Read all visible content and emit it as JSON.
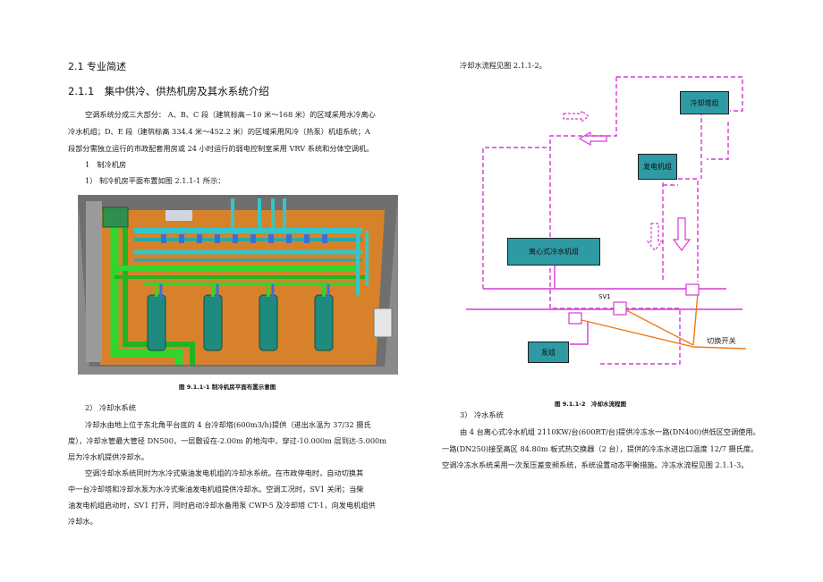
{
  "left": {
    "h1": "2.1 专业简述",
    "h2": "2.1.1　集中供冷、供热机房及其水系统介绍",
    "intro": [
      "空调系统分成三大部分： A、B、C 段（建筑标高－10 米～168 米）的区域采用水冷离心",
      "冷水机组；D、E 段（建筑标高 334.4 米～452.2 米）的区域采用风冷（热泵）机组系统；A",
      "段部分需独立运行的市政配套用房或 24 小时运行的弱电控制室采用 VRV 系统和分体空调机。"
    ],
    "item1": "1　制冷机房",
    "item1_1": "1）  制冷机房平面布置如图 2.1.1-1 所示：",
    "figure1_caption": "图 9.1.1-1  制冷机房平面布置示意图",
    "item2": "2）  冷却水系统",
    "cooling_para1": [
      "冷却水由地上位于东北角平台底的 4 台冷却塔(600m3/h)提供（进出水温为 37/32 摄氏",
      "度），冷却水管最大管径 DN500，一层敷设在-2.00m 的地沟中，穿过-10.000m 层到达-5.000m",
      "层为冷水机提供冷却水。"
    ],
    "cooling_para2": [
      "空调冷却水系统同时为水冷式柴油发电机组的冷却水系统。在市政停电时，自动切换其",
      "中一台冷却塔和冷却水泵为水冷式柴油发电机组提供冷却水。空调工况时，SV1 关闭；当柴",
      "油发电机组启动时，SV1 打开，同时启动冷却水备用泵 CWP-5 及冷却塔 CT-1，向发电机组供",
      "冷却水。"
    ]
  },
  "right": {
    "top_text": "冷却水流程见图 2.1.1-2。",
    "diagram": {
      "cooling_tower": "冷却塔组",
      "generator": "发电机组",
      "chiller": "离心式冷水机组",
      "pump": "泵组",
      "valve_label": "SV1",
      "switch_label": "切换开关"
    },
    "figure2_caption": "图 9.1.1-2　冷却水流程图",
    "item3": "3）  冷水系统",
    "chilled_para": [
      "由 4 台离心式冷水机组 2110KW/台(600RT/台)提供冷冻水一路(DN400)供低区空调使用。",
      "一路(DN250)接至高区 84.80m 板式热交换器（2 台），提供的冷冻水进出口温度 12/7 摄氏度。",
      "空调冷冻水系统采用一次泵压差变频系统，系统设置动态平衡措施。冷冻水流程见图 2.1.1-3。"
    ]
  },
  "colors": {
    "magenta": "#d63ad6",
    "orange": "#ef7a1a",
    "equipment_teal": "#2e9aa3",
    "render_floor": "#d7822a",
    "pipe_green": "#2ed62e",
    "pipe_cyan": "#36c6c6"
  }
}
